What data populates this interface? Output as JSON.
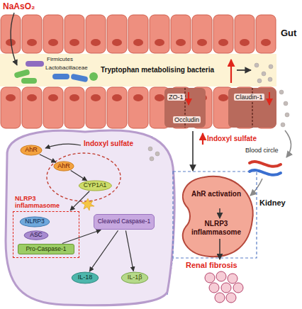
{
  "diagram": {
    "nodes": [
      {
        "text": [
          "AhR"
        ]
      },
      {
        "text": [
          "AhR"
        ]
      },
      {
        "text": [
          "CYP1A1"
        ]
      },
      {
        "text": [
          "NLRP3 inflammasome"
        ]
      },
      {
        "text": [
          "NLRP3"
        ],
        "in": 3
      },
      {
        "text": [
          "ASC"
        ],
        "in": 3
      },
      {
        "text": [
          "Pro-Caspase-1"
        ],
        "in": 3
      },
      {
        "text": [
          "Cleaved Caspase-1"
        ]
      },
      {
        "text": [
          "IL-18"
        ]
      },
      {
        "text": [
          "IL-1β"
        ]
      }
    ],
    "edges": [
      {
        "from": 0,
        "to": 1,
        "arrow": "to"
      },
      {
        "from": 1,
        "to": 2,
        "arrow": "to"
      },
      {
        "from": 2,
        "to": 3,
        "arrow": "to"
      },
      {
        "from": 6,
        "to": 7,
        "arrow": "to"
      },
      {
        "from": 7,
        "to": 8,
        "arrow": "to"
      },
      {
        "from": 7,
        "to": 9,
        "arrow": "to"
      }
    ],
    "labels": [
      "NaAsO₂",
      "Gut",
      "Firmicutes",
      "Lactobacillaceae",
      "Tryptophan metabolising bacteria",
      "ZO-1",
      "Claudin-1",
      "Occludin",
      "Indoxyl sulfate",
      "Blood circle",
      "Indoxyl sulfate",
      "AhR activation",
      "Kidney",
      "NLRP3 inflammasome",
      "Renal fibrosis"
    ]
  }
}
